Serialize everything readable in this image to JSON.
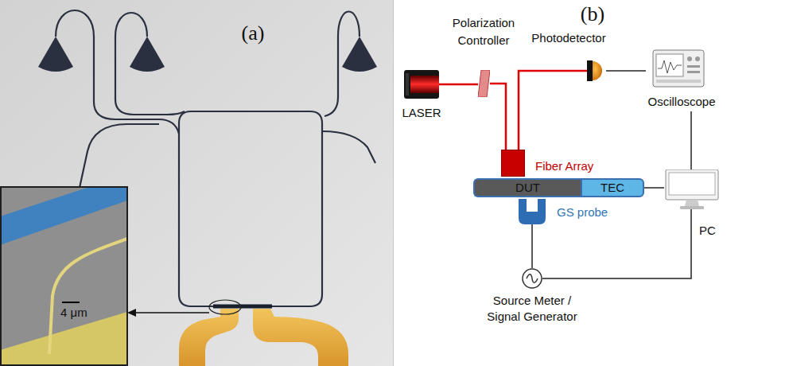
{
  "diagram": {
    "nodes": [
      {
        "text": [
          "LASER"
        ]
      },
      {
        "text": [
          "Polarization Controller"
        ]
      },
      {
        "text": [
          "Photodetector"
        ]
      },
      {
        "text": [
          "Oscilloscope"
        ]
      },
      {
        "text": [
          "Fiber Array"
        ]
      },
      {
        "text": [
          "DUT"
        ]
      },
      {
        "text": [
          "TEC"
        ]
      },
      {
        "text": [
          "GS probe"
        ]
      },
      {
        "text": [
          "Source Meter / Signal Generator"
        ]
      },
      {
        "text": [
          "PC"
        ]
      }
    ],
    "edges": [
      {
        "from": 0,
        "to": 1,
        "arrow": "none"
      },
      {
        "from": 1,
        "to": 4,
        "arrow": "none"
      },
      {
        "from": 4,
        "to": 2,
        "arrow": "none"
      },
      {
        "from": 2,
        "to": 3,
        "arrow": "none"
      },
      {
        "from": 3,
        "to": 9,
        "arrow": "none"
      },
      {
        "from": 6,
        "to": 9,
        "arrow": "none"
      },
      {
        "from": 9,
        "to": 8,
        "arrow": "none"
      },
      {
        "from": 7,
        "to": 8,
        "arrow": "none"
      }
    ],
    "labels": [
      "(a)",
      "4 μm",
      "(b)"
    ]
  }
}
